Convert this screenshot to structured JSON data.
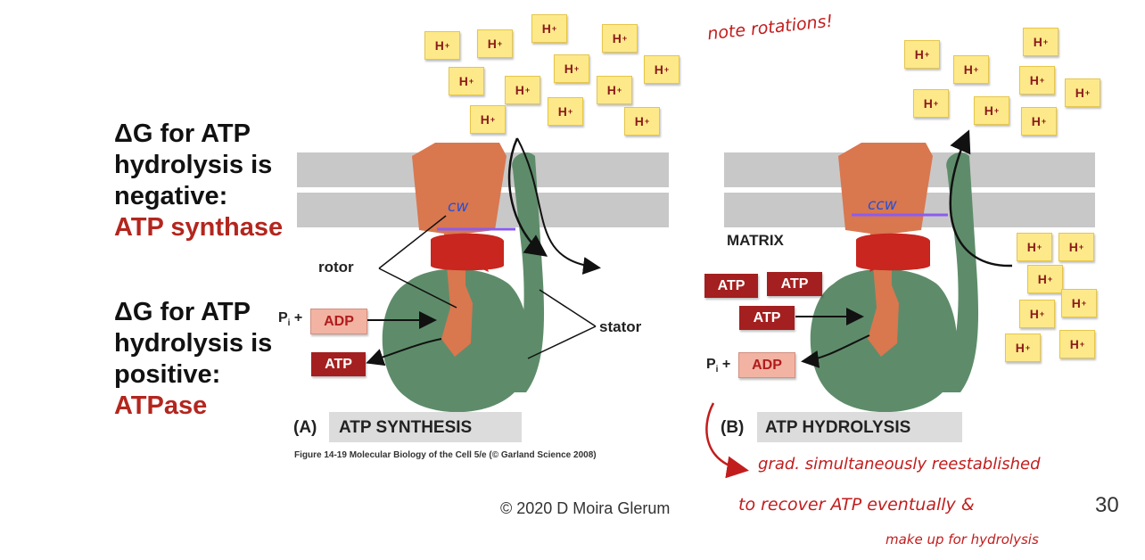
{
  "left_panel": {
    "block1": {
      "line1": "ΔG for ATP",
      "line2": "hydrolysis is",
      "line3": "negative:",
      "result": "ATP synthase"
    },
    "block2": {
      "line1": "ΔG for ATP",
      "line2": "hydrolysis is",
      "line3": "positive:",
      "result": "ATPase"
    }
  },
  "figure": {
    "proton_label": "H",
    "proton_sup": "+",
    "panel_a": {
      "letter": "(A)",
      "title": "ATP SYNTHESIS",
      "rotor_label": "rotor",
      "stator_label": "stator",
      "pi_prefix": "P",
      "pi_sub": "i",
      "pi_plus": "+",
      "adp_label": "ADP",
      "atp_label": "ATP",
      "rotation_note": "cw"
    },
    "panel_b": {
      "letter": "(B)",
      "title": "ATP HYDROLYSIS",
      "matrix_label": "MATRIX",
      "atp_labels": [
        "ATP",
        "ATP",
        "ATP"
      ],
      "pi_prefix": "P",
      "pi_sub": "i",
      "pi_plus": "+",
      "adp_label": "ADP",
      "rotation_note": "ccw"
    },
    "credit": "Figure 14-19 Molecular Biology of the Cell 5/e (© Garland Science 2008)"
  },
  "annotations": {
    "top_note": "note rotations!",
    "bottom_line1": "grad. simultaneously reestablished",
    "bottom_line2": "to recover ATP eventually &",
    "bottom_line3": "make up for hydrolysis"
  },
  "footer": {
    "copyright": "© 2020 D Moira Glerum",
    "page_number": "30"
  },
  "colors": {
    "rotor": "#d9774f",
    "stator": "#5e8c6a",
    "arrow_red": "#c8261e",
    "accent_text": "#b3261e",
    "handwriting_red": "#c21d1d",
    "handwriting_purple": "#8a5cf0",
    "handwriting_blue": "#2550d6"
  }
}
